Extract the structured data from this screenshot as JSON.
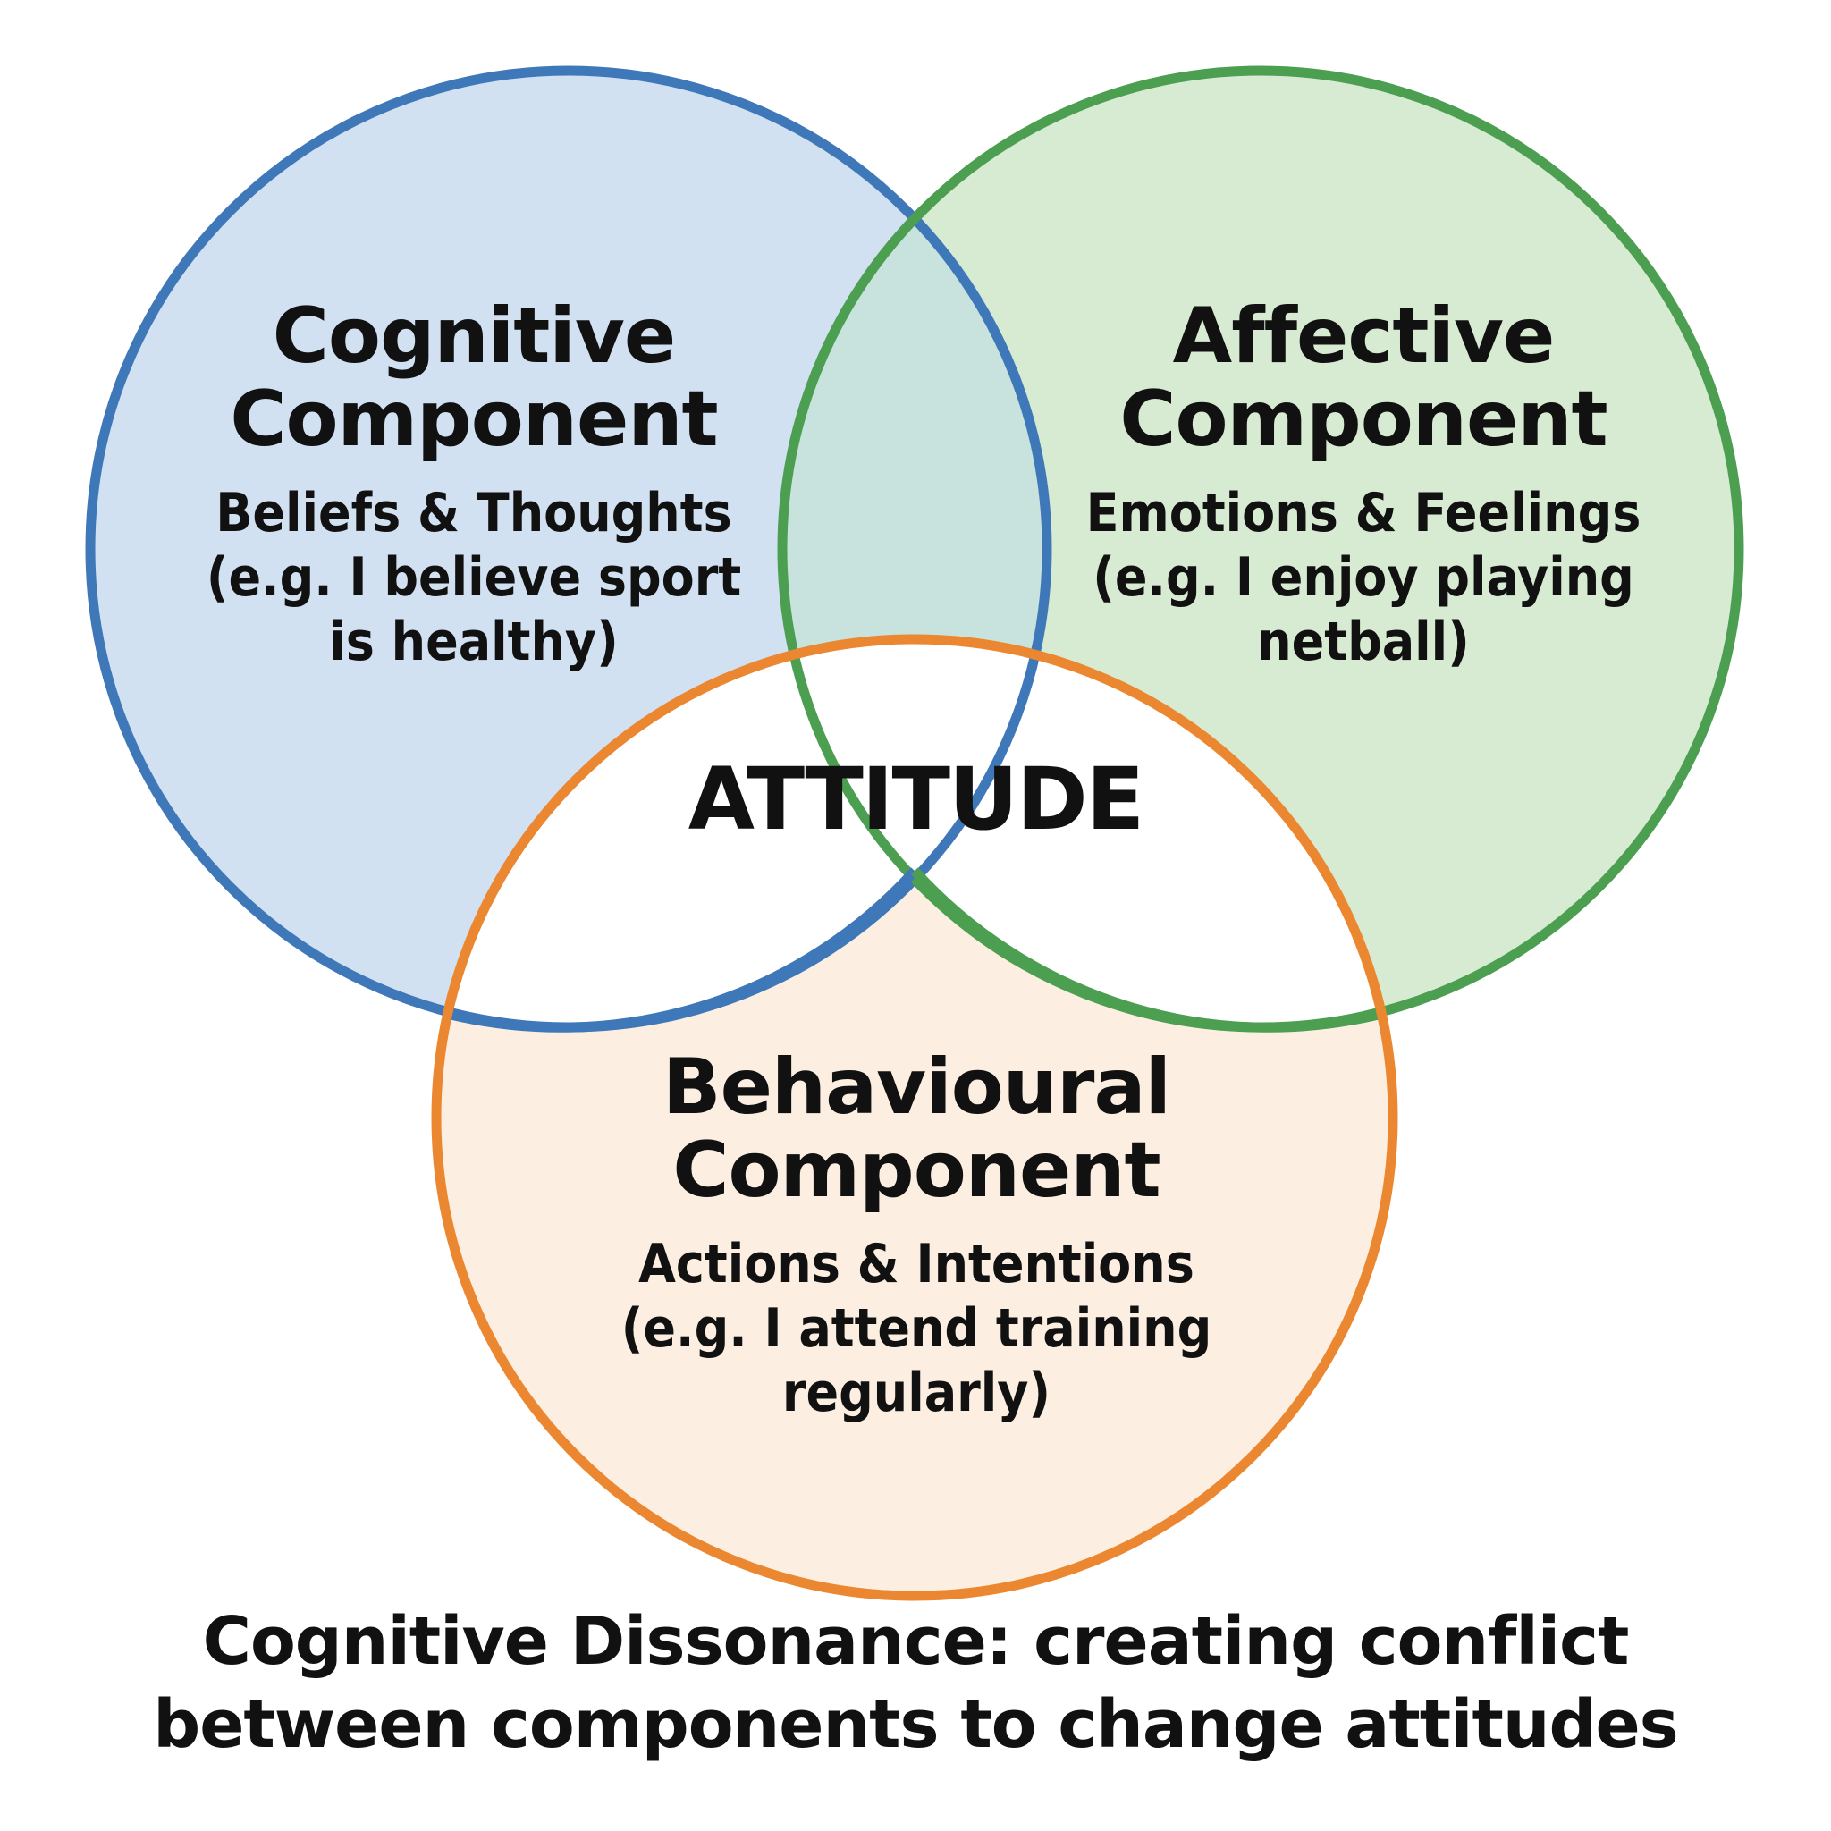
{
  "diagram": {
    "circles": {
      "cognitive": {
        "title_line1": "Cognitive",
        "title_line2": "Component",
        "subtitle": "Beliefs & Thoughts",
        "example": "(e.g. I believe sport is healthy)",
        "stroke_color": "#3f78b8",
        "fill_color": "#d2e1f1"
      },
      "affective": {
        "title_line1": "Affective",
        "title_line2": "Component",
        "subtitle": "Emotions & Feelings",
        "example": "(e.g. I enjoy playing netball)",
        "stroke_color": "#4c9f50",
        "fill_color": "#d7ebd2"
      },
      "behavioural": {
        "title_line1": "Behavioural",
        "title_line2": "Component",
        "subtitle": "Actions & Intentions",
        "example": "(e.g. I attend training regularly)",
        "stroke_color": "#ec8731",
        "fill_color": "#fcefe1"
      }
    },
    "center_label": "ATTITUDE",
    "overlap_fill_color": "#c8e3de",
    "center_fill_color": "#ffffff"
  },
  "caption": {
    "line1": "Cognitive Dissonance: creating conflict",
    "line2": "between components to change attitudes"
  }
}
